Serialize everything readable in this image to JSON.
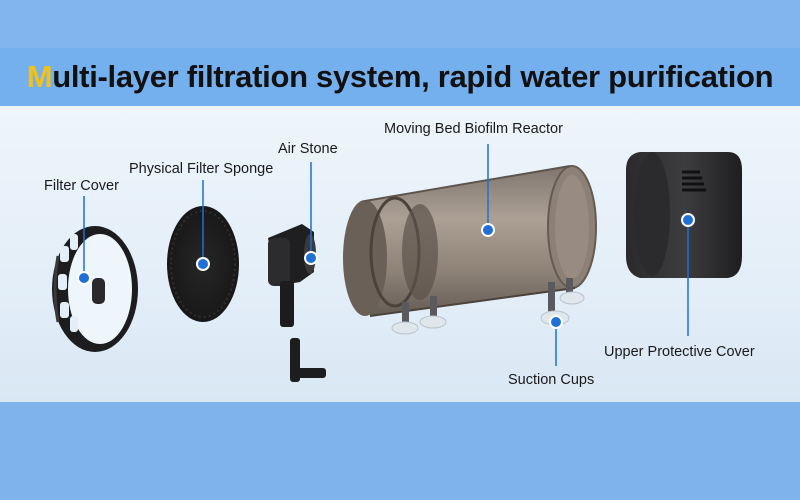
{
  "title": {
    "first_letter": "M",
    "rest": "ulti-layer filtration system, rapid water purification"
  },
  "labels": {
    "filter_cover": "Filter Cover",
    "physical_filter_sponge": "Physical Filter Sponge",
    "air_stone": "Air Stone",
    "moving_bed_biofilm_reactor": "Moving Bed Biofilm Reactor",
    "upper_protective_cover": "Upper Protective Cover",
    "suction_cups": "Suction Cups"
  },
  "colors": {
    "accent_yellow": "#f2c21a",
    "marker_blue": "#1f6fd6",
    "background_blue": "#7eb3ec"
  }
}
